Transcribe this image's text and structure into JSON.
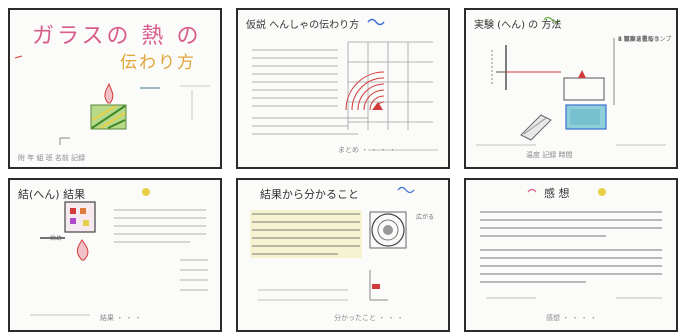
{
  "panels": [
    {
      "id": "title",
      "title_line1": "ガラスの 熱 の",
      "title_line2": "伝わり方",
      "footer": "附 年 組     班    名前  記録"
    },
    {
      "id": "hypothesis",
      "title": "仮説 へんしゃの伝わり方",
      "footer": "まとめ ・ ・ ・ ・"
    },
    {
      "id": "method",
      "title": "実験 (へん) の 方法",
      "steps": [
        "1 ガラスを切る",
        "2 ろうを塗る",
        "3 アルコールランプ",
        "4 温度を見る",
        "5 観察する"
      ],
      "footer": "温度    記録  時間"
    },
    {
      "id": "result",
      "title": "結(へん) 結果",
      "label": "始め",
      "footer": "結果    ・ ・ ・"
    },
    {
      "id": "findings",
      "title": "結果から分かること",
      "side_note": "広がる",
      "footer": "分かったこと ・ ・ ・"
    },
    {
      "id": "reflection",
      "title": "感 想",
      "footer": "感想  ・ ・ ・ ・"
    }
  ],
  "colors": {
    "border": "#2b2b2b",
    "pink": "#d85c8c",
    "red": "#d23a3a",
    "green": "#6db04a",
    "blue": "#3a6fd0",
    "yellow": "#e7d14a",
    "pencil": "#9a9a9a"
  }
}
